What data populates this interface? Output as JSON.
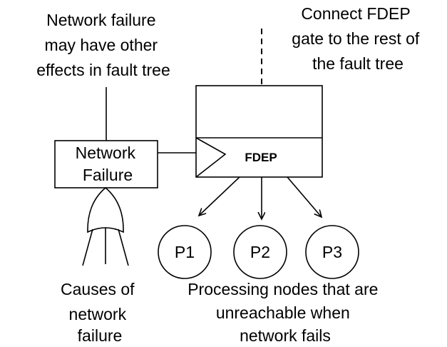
{
  "annotations": {
    "network_effects": [
      "Network failure",
      "may have other",
      "effects in fault tree"
    ],
    "connect_fdep": [
      "Connect FDEP",
      "gate to the rest of",
      "the fault tree"
    ],
    "causes": [
      "Causes of",
      "network",
      "failure"
    ],
    "processing_nodes": [
      "Processing nodes that are",
      "unreachable when",
      "network fails"
    ]
  },
  "network_failure_box": {
    "line1": "Network",
    "line2": "Failure"
  },
  "fdep_gate": {
    "label": "FDEP"
  },
  "dependent_nodes": [
    "P1",
    "P2",
    "P3"
  ]
}
